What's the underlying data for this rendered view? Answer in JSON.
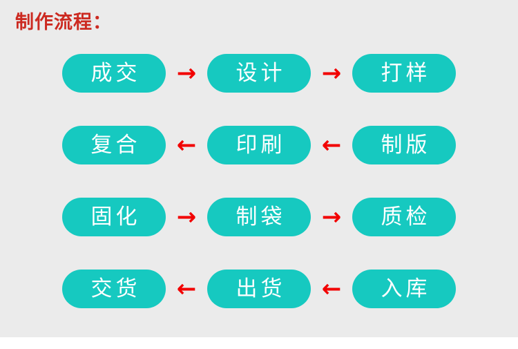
{
  "page": {
    "title": "制作流程：",
    "title_color": "#cc2a21",
    "background_color": "#ebebeb",
    "node_color": "#16c9c0",
    "node_text_color": "#ffffff",
    "arrow_color": "#f20000"
  },
  "flow": {
    "rows": [
      {
        "direction": "right",
        "arrow_glyph": "→",
        "nodes": [
          {
            "label": "成交"
          },
          {
            "label": "设计"
          },
          {
            "label": "打样"
          }
        ]
      },
      {
        "direction": "left",
        "arrow_glyph": "←",
        "nodes": [
          {
            "label": "复合"
          },
          {
            "label": "印刷"
          },
          {
            "label": "制版"
          }
        ]
      },
      {
        "direction": "right",
        "arrow_glyph": "→",
        "nodes": [
          {
            "label": "固化"
          },
          {
            "label": "制袋"
          },
          {
            "label": "质检"
          }
        ]
      },
      {
        "direction": "left",
        "arrow_glyph": "←",
        "nodes": [
          {
            "label": "交货"
          },
          {
            "label": "出货"
          },
          {
            "label": "入库"
          }
        ]
      }
    ]
  }
}
